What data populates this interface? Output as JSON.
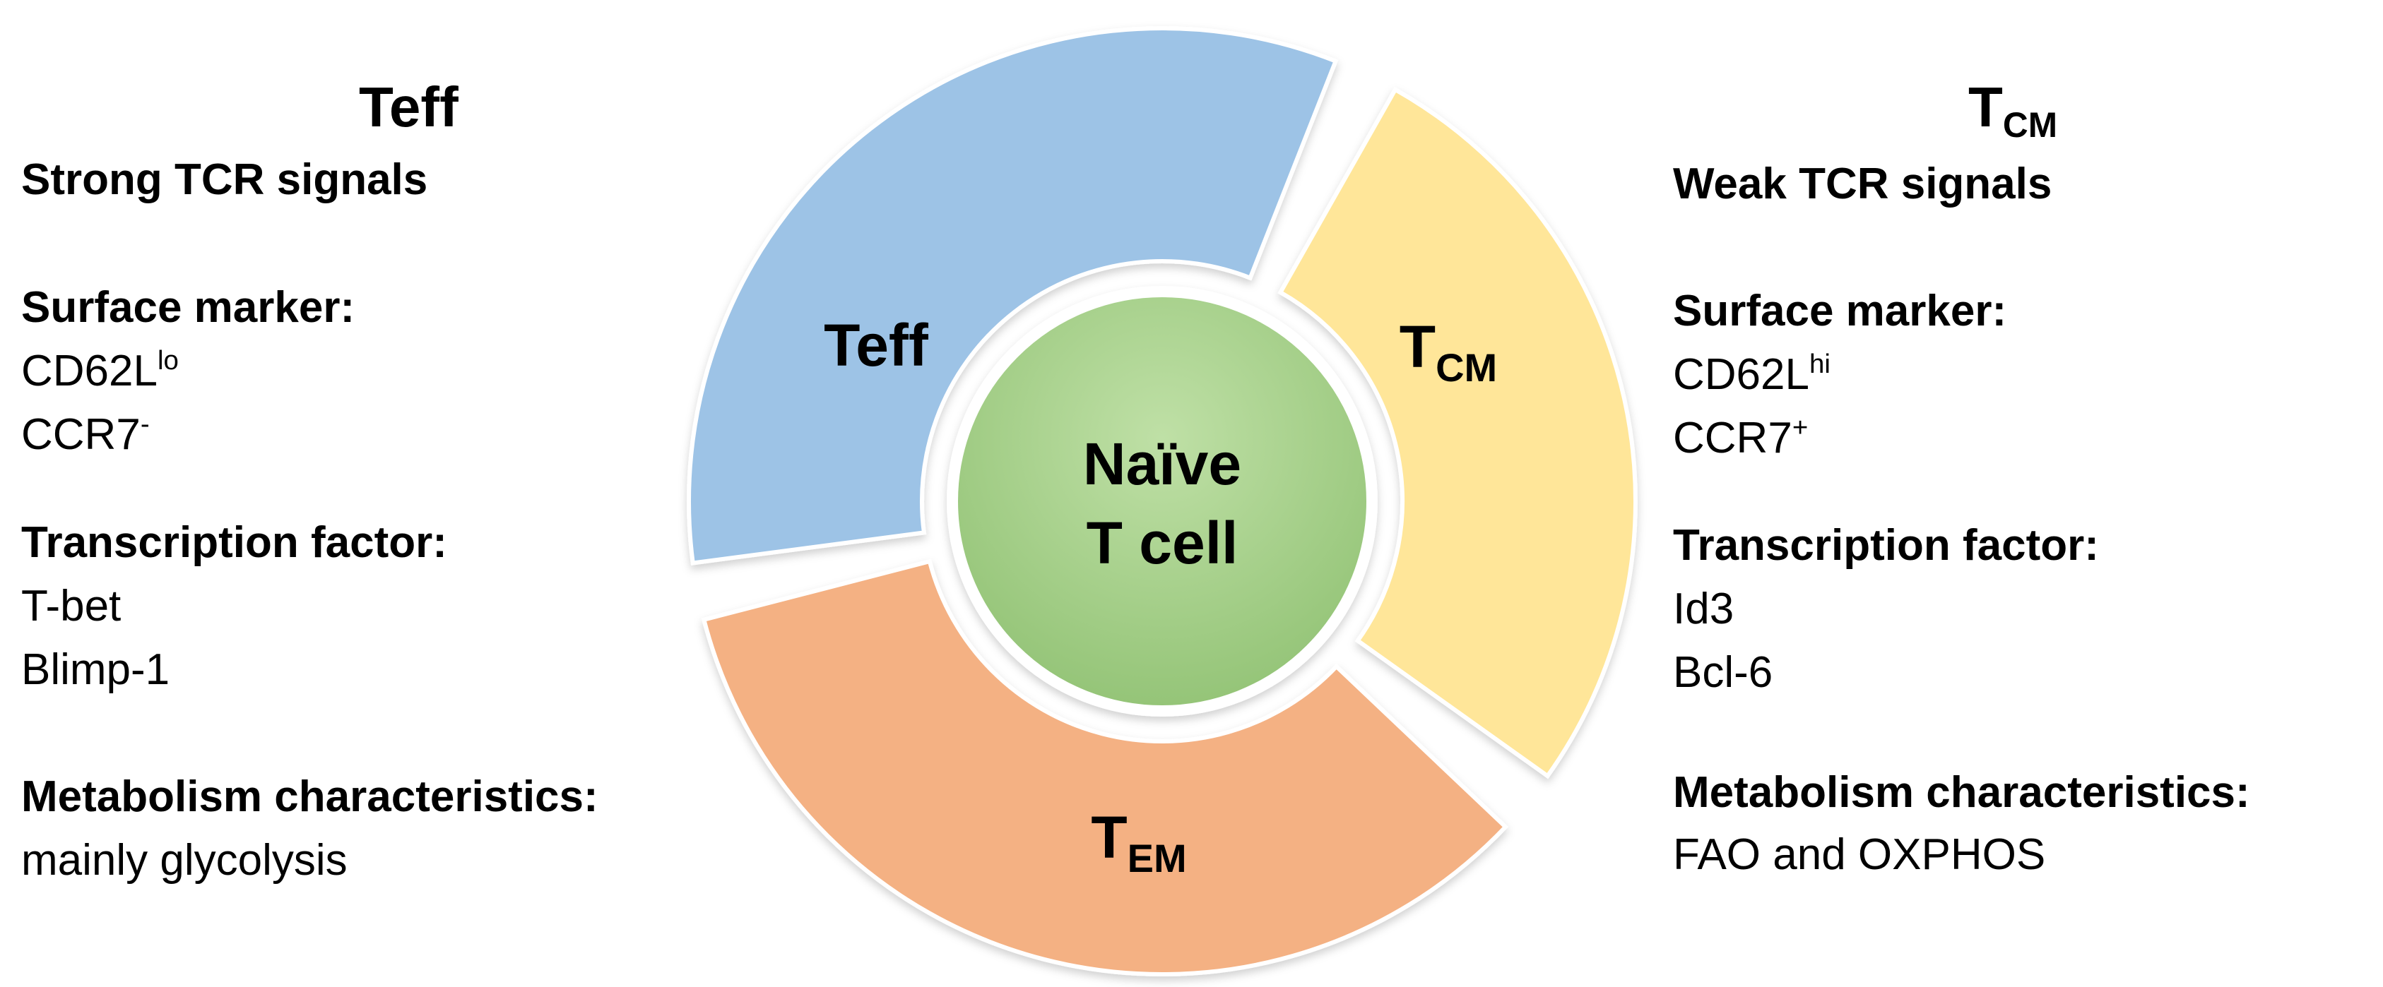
{
  "left": {
    "title": "Teff",
    "signal": "Strong TCR signals",
    "surface_label": "Surface marker:",
    "surface_1_base": "CD62L",
    "surface_1_sup": "lo",
    "surface_2_base": "CCR7",
    "surface_2_sup": "-",
    "tf_label": "Transcription factor:",
    "tf_1": "T-bet",
    "tf_2": "Blimp-1",
    "metab_label": "Metabolism characteristics:",
    "metab_value": "mainly glycolysis"
  },
  "right": {
    "title_base": "T",
    "title_sub": "CM",
    "signal": "Weak TCR signals",
    "surface_label": "Surface marker:",
    "surface_1_base": "CD62L",
    "surface_1_sup": "hi",
    "surface_2_base": "CCR7",
    "surface_2_sup": "+",
    "tf_label": "Transcription factor:",
    "tf_1": "Id3",
    "tf_2": "Bcl-6",
    "metab_label": "Metabolism characteristics:",
    "metab_value": "FAO and OXPHOS"
  },
  "cycle": {
    "segment_teff": "Teff",
    "segment_tcm_base": "T",
    "segment_tcm_sub": "CM",
    "segment_tem_base": "T",
    "segment_tem_sub": "EM",
    "center_line1": "Naïve",
    "center_line2": "T cell"
  },
  "colors": {
    "teff": "#9DC3E6",
    "tcm": "#FFE699",
    "tem": "#F4B183",
    "naive": "#A9D18E"
  }
}
